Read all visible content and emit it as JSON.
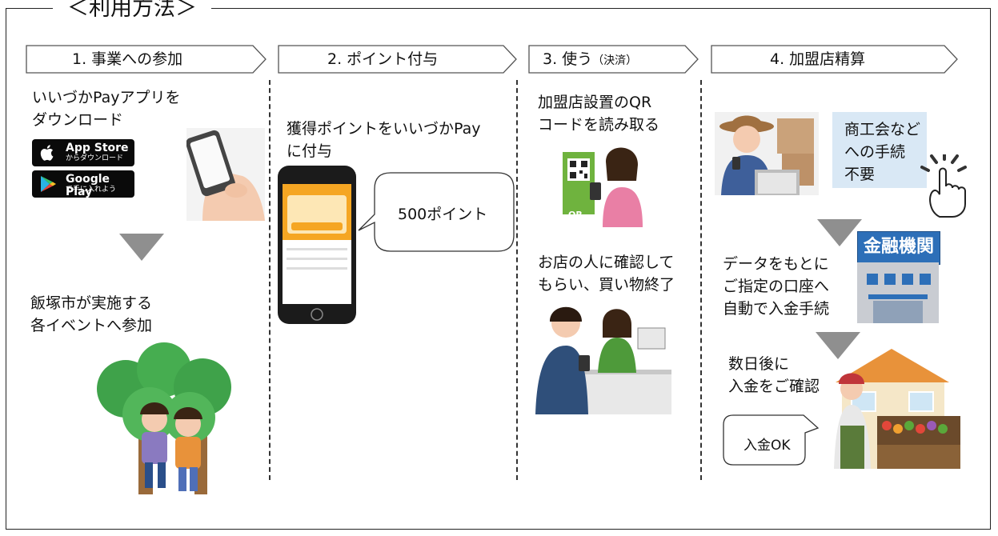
{
  "title": "＜利用方法＞",
  "steps": [
    {
      "label": "1.  事業への参加",
      "note": ""
    },
    {
      "label": "2.  ポイント付与",
      "note": ""
    },
    {
      "label": "3.  使う",
      "note": "（決済）"
    },
    {
      "label": "4.  加盟店精算",
      "note": ""
    }
  ],
  "col1": {
    "download_line1": "いいづかPayアプリを",
    "download_line2": "ダウンロード",
    "appstore_line1": "App Store",
    "appstore_line2": "からダウンロード",
    "googleplay_line1": "Google Play",
    "googleplay_line2": "で手に入れよう",
    "event_line1": "飯塚市が実施する",
    "event_line2": "各イベントへ参加"
  },
  "col2": {
    "grant_line1": "獲得ポイントをいいづかPay",
    "grant_line2": "に付与",
    "points_bubble": "500ポイント"
  },
  "col3": {
    "qr_line1": "加盟店設置のQR",
    "qr_line2": "コードを読み取る",
    "qr_tag": "QR",
    "confirm_line1": "お店の人に確認して",
    "confirm_line2": "もらい、買い物終了"
  },
  "col4": {
    "chamber_line1": "商工会など",
    "chamber_line2": "への手続",
    "chamber_line3": "不要",
    "bank_sign": "金融機関",
    "data_line1": "データをもとに",
    "data_line2": "ご指定の口座へ",
    "data_line3": "自動で入金手続",
    "days_line1": "数日後に",
    "days_line2": "入金をご確認",
    "ok_bubble": "入金OK"
  },
  "colors": {
    "arrow_gray": "#8f8f8f",
    "bank_blue": "#2d6fb8",
    "chamber_bg": "#d9e8f5",
    "phone_orange": "#f5a623"
  }
}
